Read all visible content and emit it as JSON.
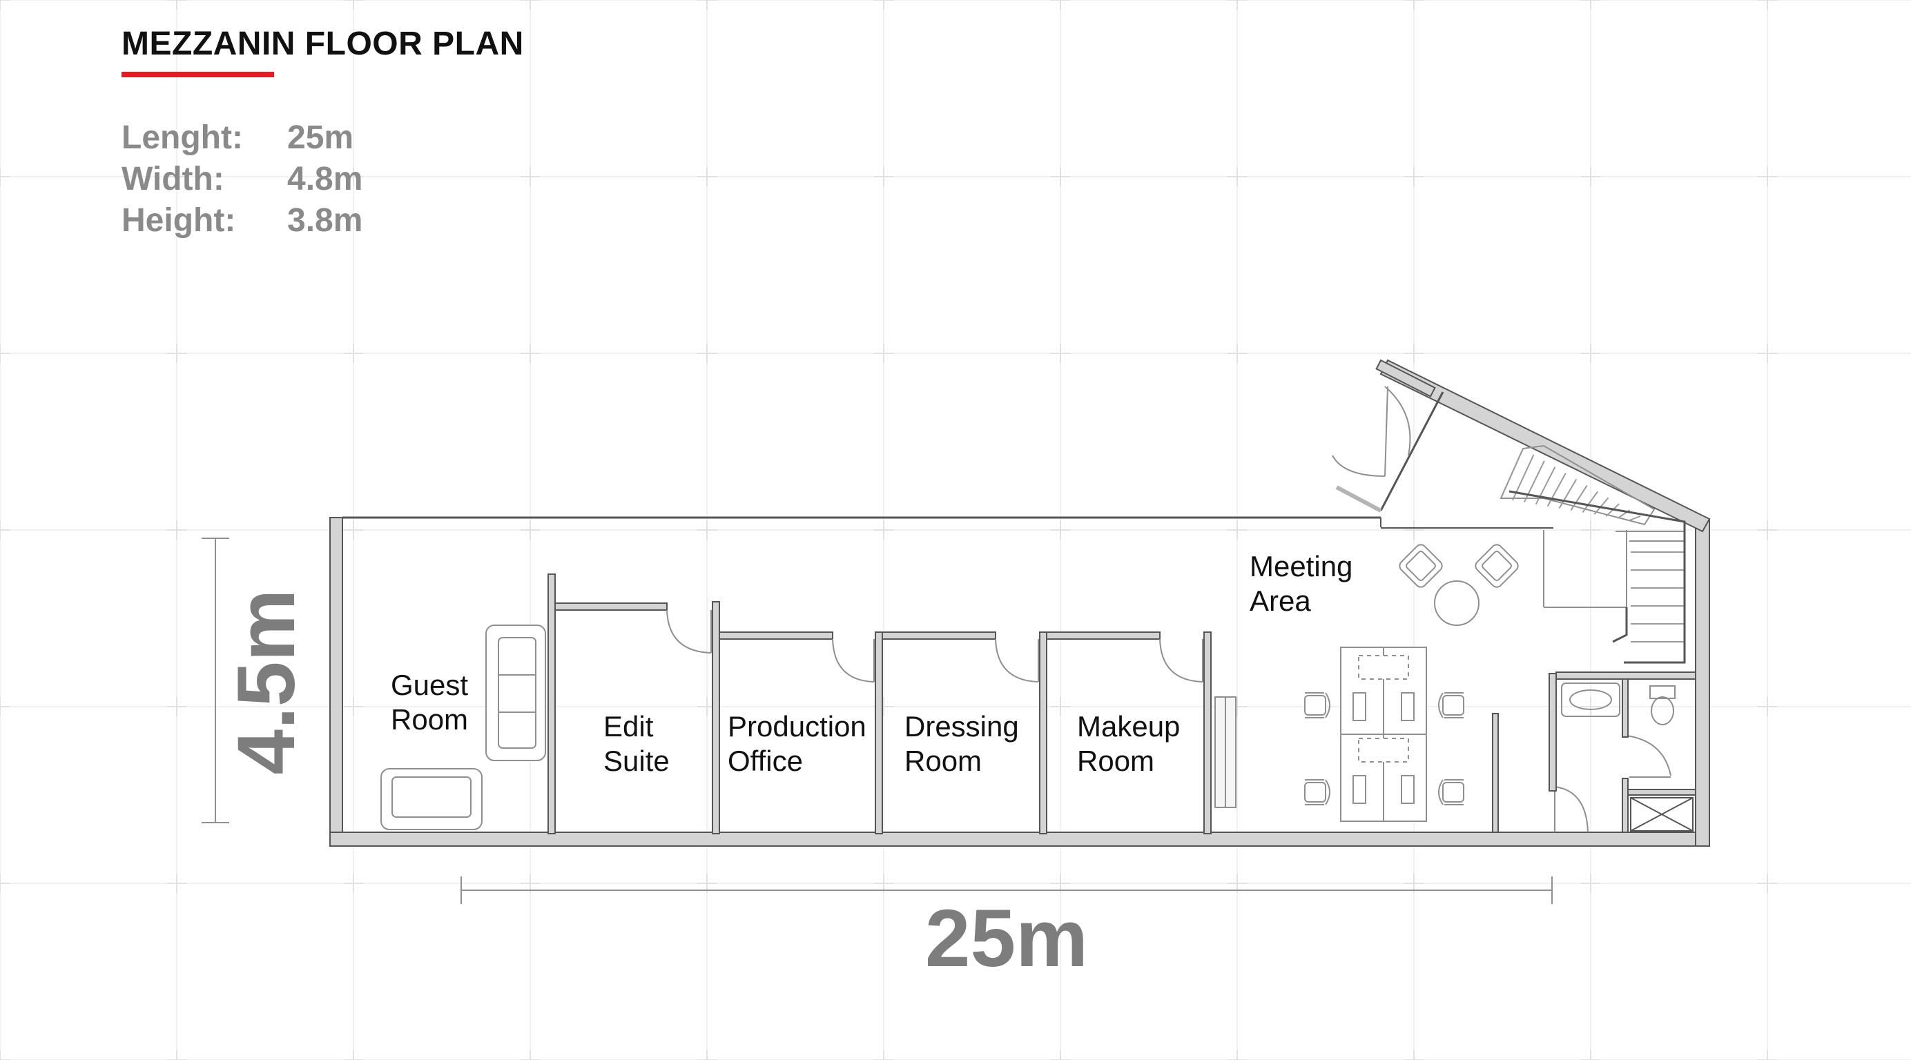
{
  "title": "MEZZANIN FLOOR PLAN",
  "accent_color": "#e31b23",
  "specs": [
    {
      "label": "Lenght:",
      "value": "25m"
    },
    {
      "label": "Width:",
      "value": "4.8m"
    },
    {
      "label": "Height:",
      "value": "3.8m"
    }
  ],
  "dimensions": {
    "horizontal": "25m",
    "vertical": "4.5m"
  },
  "rooms": {
    "guest": {
      "line1": "Guest",
      "line2": "Room"
    },
    "edit": {
      "line1": "Edit",
      "line2": "Suite"
    },
    "production": {
      "line1": "Production",
      "line2": "Office"
    },
    "dressing": {
      "line1": "Dressing",
      "line2": "Room"
    },
    "makeup": {
      "line1": "Makeup",
      "line2": "Room"
    },
    "meeting": {
      "line1": "Meeting",
      "line2": "Area"
    }
  }
}
